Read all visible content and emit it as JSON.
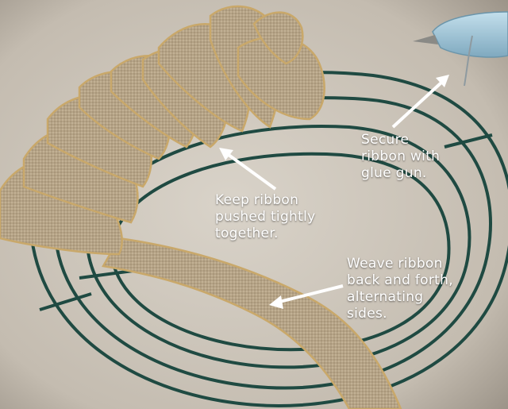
{
  "annotations": {
    "glue_gun": "Secure\nribbon with\nglue gun.",
    "keep_tight": "Keep ribbon\npushed tightly\ntogether.",
    "weave": "Weave ribbon\nback and forth,\nalternating\nsides."
  },
  "colors": {
    "background": "#cdc6bb",
    "burlap": "#b9a78a",
    "burlap_edge": "#c9a86a",
    "wire_frame": "#1f4a42",
    "glue_gun": "#9cc4d8",
    "arrow": "#ffffff"
  }
}
